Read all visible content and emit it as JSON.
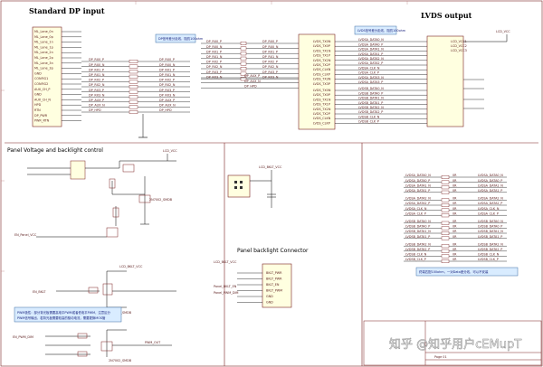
{
  "headings": {
    "standard_dp_input": "Standard DP input",
    "lvds_output": "LVDS output",
    "panel_voltage": "Panel Voltage and backlight control",
    "panel_backlight_connector": "Panel backlight Connector"
  },
  "dp_connector": {
    "pins_top": [
      "ML_Lane_0n",
      "ML_Lane_0p",
      "ML_Lane_1n",
      "ML_Lane_1p",
      "ML_Lane_2n",
      "ML_Lane_2p",
      "ML_Lane_3n",
      "ML_Lane_3p",
      "GND",
      "CONFIG1",
      "CONFIG2",
      "AUX_CH_P",
      "GND",
      "AUX_CH_N",
      "HPD",
      "RTN",
      "DP_PWR",
      "PWR_RTN"
    ]
  },
  "dp_nets": [
    "DP_RX0_P",
    "DP_RX0_N",
    "DP_RX1_P",
    "DP_RX1_N",
    "DP_RX2_P",
    "DP_RX2_N",
    "DP_RX3_P",
    "DP_RX3_N",
    "DP_AUX_P",
    "DP_AUX_N",
    "DP_HPD"
  ],
  "note_box_dp": "DP信号差分走线，阻抗100ohm",
  "note_box_lvds": "LVDS信号差分走线，阻抗100ohm",
  "lvds_left_pins": [
    "LVDS_TX0N",
    "LVDS_TX0P",
    "LVDS_TX1N",
    "LVDS_TX1P",
    "LVDS_TX2N",
    "LVDS_TX2P",
    "LVDS_CLKN",
    "LVDS_CLKP",
    "LVDS_TX3N",
    "LVDS_TX3P"
  ],
  "lvds_nets": [
    "LVDSA_DATA0_N",
    "LVDSA_DATA0_P",
    "LVDSA_DATA1_N",
    "LVDSA_DATA1_P",
    "LVDSA_DATA2_N",
    "LVDSA_DATA2_P",
    "LVDSA_CLK_N",
    "LVDSA_CLK_P",
    "LVDSA_DATA3_N",
    "LVDSA_DATA3_P",
    "LVDSB_DATA0_N",
    "LVDSB_DATA0_P",
    "LVDSB_DATA1_N",
    "LVDSB_DATA1_P",
    "LVDSB_DATA2_N",
    "LVDSB_DATA2_P",
    "LVDSB_CLK_N",
    "LVDSB_CLK_P"
  ],
  "lvds_conn_pins": [
    "LCD_VCC1",
    "LCD_VCC2",
    "LCD_VCC3"
  ],
  "lcd_vcc": "LCD_VCC",
  "panel_ctrl": {
    "en_vdd": "EN_Panel_VCC",
    "en_bkl": "EN_BKLT",
    "pwm": "EN_PWM_DIM",
    "pwm_out": "PWM_OUT",
    "lcd_bklt_vcc": "LCD_BKLT_VCC",
    "transistor": "2N7002_SMDB"
  },
  "bkl_connector": {
    "pins": [
      "BKLT_PWR",
      "BKLT_PWR",
      "BKLT_EN",
      "BKLT_PWM",
      "GND",
      "GND"
    ],
    "nets": [
      "LCD_BKLT_VCC",
      "Panel_BKLT_EN",
      "Panel_PWM_DIM"
    ]
  },
  "right_resistor_nets": [
    "LVDSA_DATA0_N",
    "LVDSA_DATA0_P",
    "LVDSA_DATA1_N",
    "LVDSA_DATA1_P",
    "LVDSA_DATA2_N",
    "LVDSA_DATA2_P",
    "LVDSA_CLK_N",
    "LVDSA_CLK_P",
    "LVDSB_DATA0_N",
    "LVDSB_DATA0_P",
    "LVDSB_DATA1_N",
    "LVDSB_DATA1_P",
    "LVDSB_DATA2_N",
    "LVDSB_DATA2_P",
    "LVDSB_CLK_N",
    "LVDSB_CLK_P"
  ],
  "right_resistor_value": "0R",
  "right_note": "终端匹配100ohm，一对Data差分线，可以不安装",
  "pwm_note_lines": [
    "PWM极性：部分背光板需要高电平PWM或者低电平PWM，注意区分",
    "PWM信号输出，若背光板需要较高的驱动电流，需要更换MOS管"
  ],
  "watermark": "知乎 @知乎用户cEMupT",
  "title_block": {
    "page": "Page 01"
  }
}
